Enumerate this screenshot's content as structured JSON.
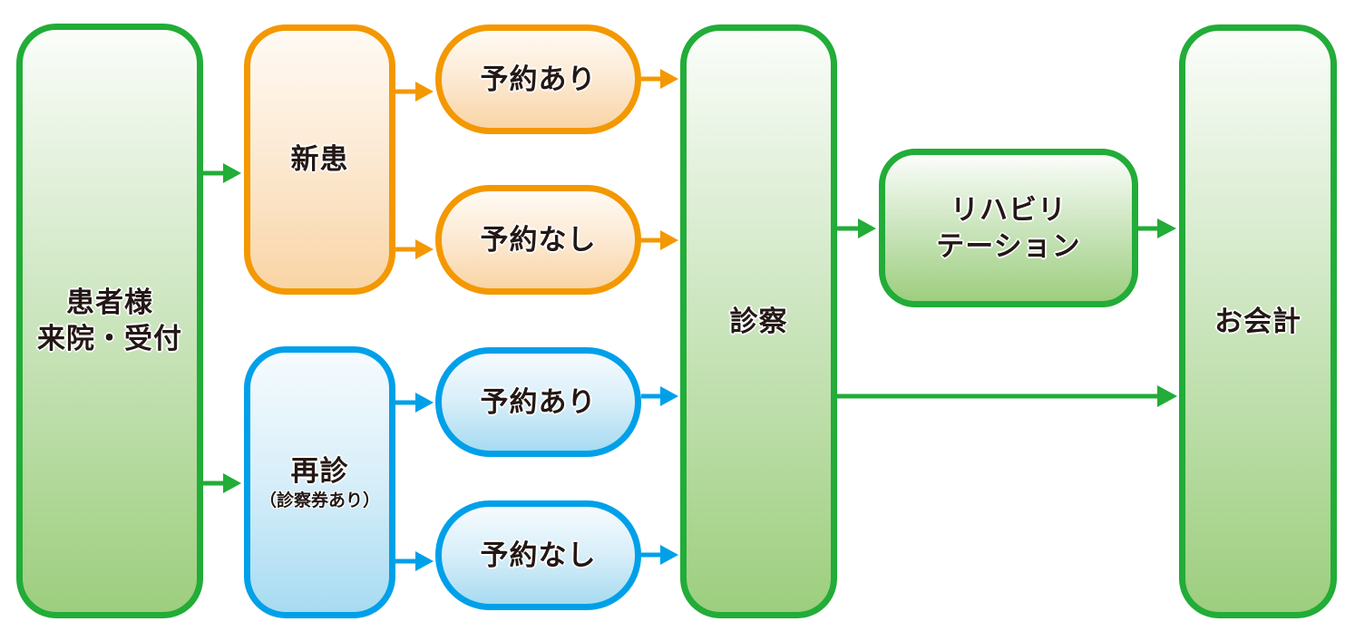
{
  "diagram": {
    "title": "",
    "colors": {
      "green": "#22ac38",
      "orange": "#f39800",
      "blue": "#00a0e9",
      "text": "#231815"
    },
    "nodes": {
      "reception": {
        "line1": "患者様",
        "line2": "来院・受付"
      },
      "new_patient": {
        "label": "新患"
      },
      "new_with_reservation": {
        "label": "予約あり"
      },
      "new_without_reservation": {
        "label": "予約なし"
      },
      "returning_patient": {
        "label": "再診",
        "sub": "（診察券あり）"
      },
      "returning_with_reservation": {
        "label": "予約あり"
      },
      "returning_without_reservation": {
        "label": "予約なし"
      },
      "examination": {
        "label": "診察"
      },
      "rehabilitation": {
        "line1": "リハビリ",
        "line2": "テーション"
      },
      "payment": {
        "label": "お会計"
      }
    },
    "edges": [
      {
        "from": "reception",
        "to": "new_patient"
      },
      {
        "from": "reception",
        "to": "returning_patient"
      },
      {
        "from": "new_patient",
        "to": "new_with_reservation"
      },
      {
        "from": "new_patient",
        "to": "new_without_reservation"
      },
      {
        "from": "returning_patient",
        "to": "returning_with_reservation"
      },
      {
        "from": "returning_patient",
        "to": "returning_without_reservation"
      },
      {
        "from": "new_with_reservation",
        "to": "examination"
      },
      {
        "from": "new_without_reservation",
        "to": "examination"
      },
      {
        "from": "returning_with_reservation",
        "to": "examination"
      },
      {
        "from": "returning_without_reservation",
        "to": "examination"
      },
      {
        "from": "examination",
        "to": "rehabilitation"
      },
      {
        "from": "rehabilitation",
        "to": "payment"
      },
      {
        "from": "examination",
        "to": "payment"
      }
    ]
  }
}
